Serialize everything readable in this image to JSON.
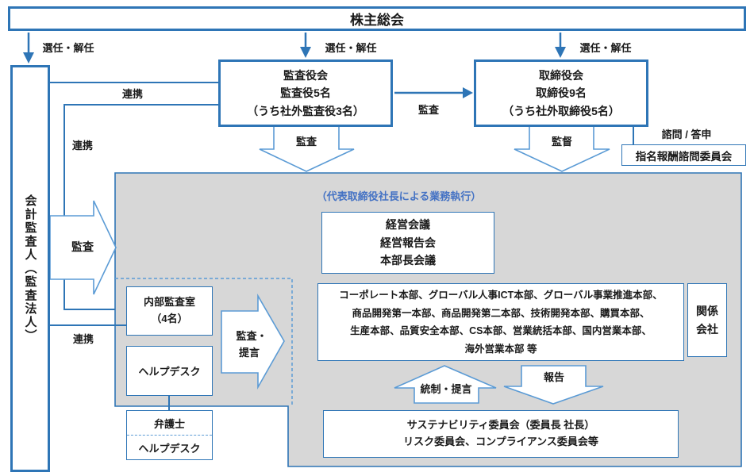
{
  "colors": {
    "strong_blue": "#2E75B6",
    "light_blue": "#5B9BD5",
    "gray_fill": "#D7D7D7",
    "blue_text": "#4472C4"
  },
  "shareholders": {
    "label": "株主総会"
  },
  "labels": {
    "elect": "選任・解任",
    "renkei": "連携",
    "kansa": "監査",
    "kantoku": "監督",
    "shimon_toshin": "諮問 / 答申",
    "kansa_teigen_1": "監査・",
    "kansa_teigen_2": "提言",
    "tousei_teigen": "統制・提言",
    "houkoku": "報告",
    "exec_note": "（代表取締役社長による業務執行）"
  },
  "accounting_auditor": {
    "label": "会計監査人（監査法人）"
  },
  "audit_board": {
    "line1": "監査役会",
    "line2": "監査役5名",
    "line3": "（うち社外監査役3名）"
  },
  "board_of_directors": {
    "line1": "取締役会",
    "line2": "取締役9名",
    "line3": "（うち社外取締役5名）"
  },
  "nomination_committee": {
    "label": "指名報酬諮問委員会"
  },
  "management_meetings": {
    "line1": "経営会議",
    "line2": "経営報告会",
    "line3": "本部長会議"
  },
  "divisions": {
    "line1": "コーポレート本部、グローバル人事ICT本部、グローバル事業推進本部、",
    "line2": "商品開発第一本部、商品開発第二本部、技術開発本部、購買本部、",
    "line3": "生産本部、品質安全本部、CS本部、営業統括本部、国内営業本部、",
    "line4": "海外営業本部 等"
  },
  "affiliates": {
    "line1": "関係",
    "line2": "会社"
  },
  "sustainability_committee": {
    "line1": "サステナビリティ委員会（委員長 社長）",
    "line2": "リスク委員会、コンプライアンス委員会等"
  },
  "internal_audit": {
    "line1": "内部監査室",
    "line2": "（4名）"
  },
  "helpdesk": {
    "label": "ヘルプデスク"
  },
  "lawyer": {
    "label": "弁護士",
    "sub_label": "ヘルプデスク"
  }
}
